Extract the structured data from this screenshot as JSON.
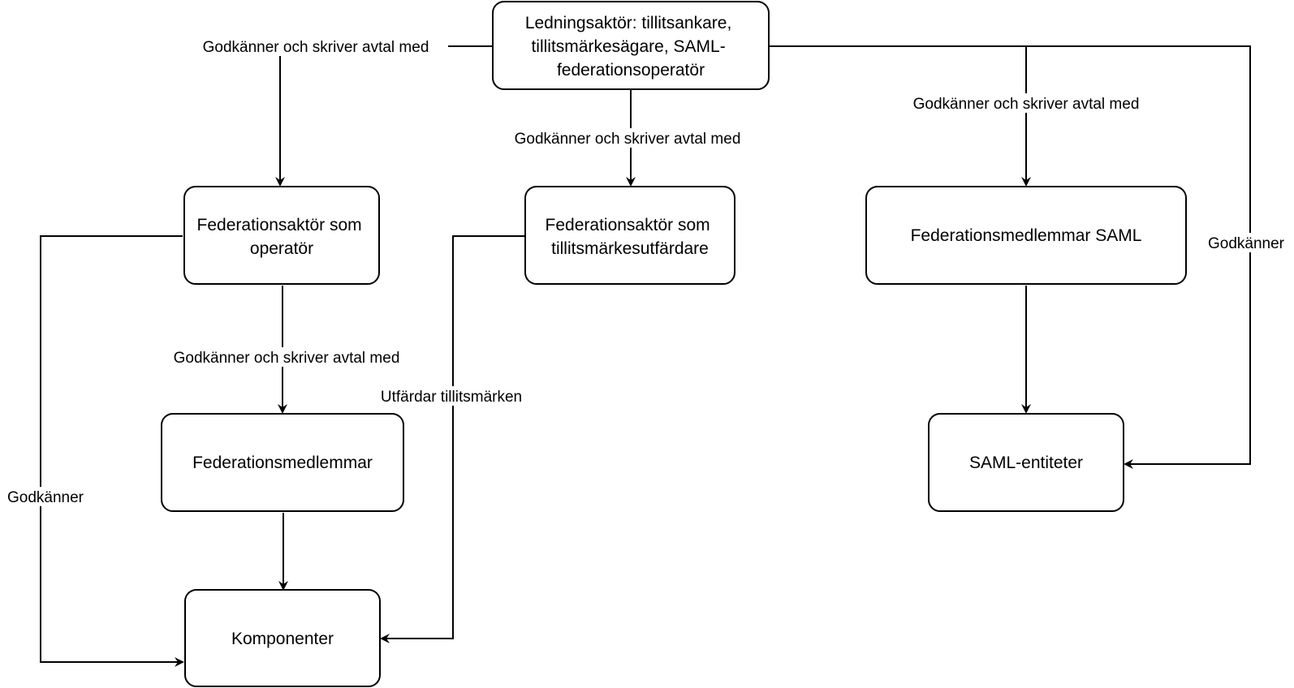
{
  "nodes": {
    "ledning": {
      "lines": [
        "Ledningsaktör: tillitsankare,",
        "tillitsmärkesägare, SAML-",
        "federationsoperatör"
      ]
    },
    "operator": {
      "lines": [
        "Federationsaktör som",
        "operatör"
      ]
    },
    "utfardare": {
      "lines": [
        "Federationsaktör som",
        "tillitsmärkesutfärdare"
      ]
    },
    "saml_members": {
      "lines": [
        "Federationsmedlemmar SAML"
      ]
    },
    "members": {
      "lines": [
        "Federationsmedlemmar"
      ]
    },
    "saml_entities": {
      "lines": [
        "SAML-entiteter"
      ]
    },
    "komponenter": {
      "lines": [
        "Komponenter"
      ]
    }
  },
  "edges": {
    "ledning_to_operator": "Godkänner och skriver avtal med",
    "ledning_to_utfardare": "Godkänner och skriver avtal med",
    "ledning_to_saml_members": "Godkänner och skriver avtal med",
    "ledning_to_saml_entities": "Godkänner",
    "operator_to_members": "Godkänner och skriver avtal med",
    "operator_to_komponenter": "Godkänner",
    "utfardare_to_komponenter": "Utfärdar tillitsmärken",
    "members_to_komponenter": "",
    "saml_members_to_saml_entities": ""
  },
  "colors": {
    "stroke": "#000000",
    "fill": "#ffffff",
    "text": "#000000"
  }
}
